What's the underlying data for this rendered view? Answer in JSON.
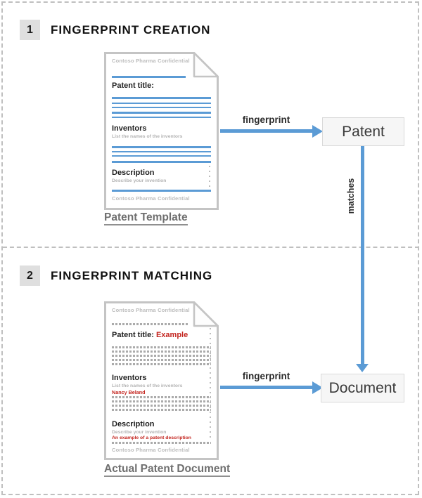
{
  "colors": {
    "accent_blue": "#5B9BD5",
    "highlight_red": "#C3241E",
    "caption_gray": "#6f6f6f",
    "badge_gray": "#dfdfdf"
  },
  "section1": {
    "number": "1",
    "title": "FINGERPRINT CREATION"
  },
  "section2": {
    "number": "2",
    "title": "FINGERPRINT MATCHING"
  },
  "template_doc": {
    "header": "Contoso Pharma Confidential",
    "patent_title_label": "Patent title:",
    "inventors_label": "Inventors",
    "inventors_hint": "List the names of the inventors",
    "description_label": "Description",
    "description_hint": "Describe your invention",
    "footer": "Contoso Pharma Confidential",
    "caption": "Patent Template"
  },
  "actual_doc": {
    "header": "Contoso Pharma Confidential",
    "patent_title_label": "Patent title:",
    "patent_title_value": "Example",
    "inventors_label": "Inventors",
    "inventors_hint": "List the names of the inventors",
    "inventors_value": "Nancy Beland",
    "description_label": "Description",
    "description_hint": "Describe your invention",
    "description_value": "An example of a patent description",
    "footer": "Contoso Pharma Confidential",
    "caption": "Actual Patent Document"
  },
  "flow1": {
    "arrow_label": "fingerprint",
    "node": "Patent",
    "down_arrow_label": "matches"
  },
  "flow2": {
    "arrow_label": "fingerprint",
    "node": "Document"
  }
}
